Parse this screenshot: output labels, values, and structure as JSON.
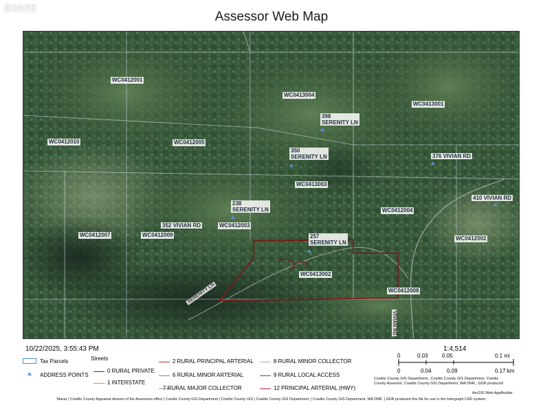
{
  "watermark": "©2025",
  "title": "Assessor Web Map",
  "map": {
    "parcels": [
      {
        "id": "p1",
        "label": "WC0412001"
      },
      {
        "id": "p2",
        "label": "WC0413004"
      },
      {
        "id": "p3",
        "label": "WC0413001"
      },
      {
        "id": "p4",
        "label": "WC0412010"
      },
      {
        "id": "p5",
        "label": "WC0412005"
      },
      {
        "id": "p6",
        "label": "WC0413003"
      },
      {
        "id": "p7",
        "label": "WC0412004"
      },
      {
        "id": "p8",
        "label": "WC0412003"
      },
      {
        "id": "p9",
        "label": "WC0412007"
      },
      {
        "id": "p10",
        "label": "WC0412009"
      },
      {
        "id": "p11",
        "label": "WC0412002"
      },
      {
        "id": "p12",
        "label": "WC0413002"
      },
      {
        "id": "p13",
        "label": "WC0412008"
      }
    ],
    "addresses": [
      {
        "id": "a1",
        "number": "398",
        "street": "SERENITY LN"
      },
      {
        "id": "a2",
        "number": "350",
        "street": "SERENITY LN"
      },
      {
        "id": "a3",
        "number": "",
        "street": "376 VIVIAN RD"
      },
      {
        "id": "a4",
        "number": "",
        "street": "410 VIVIAN RD"
      },
      {
        "id": "a5",
        "number": "238",
        "street": "SERENITY LN"
      },
      {
        "id": "a6",
        "number": "",
        "street": "352 VIVIAN RD"
      },
      {
        "id": "a7",
        "number": "257",
        "street": "SERENITY LN"
      }
    ],
    "roads": [
      {
        "id": "r1",
        "label": "SERENITY LN"
      },
      {
        "id": "r2",
        "label": "VIVIAN RD"
      }
    ]
  },
  "timestamp": "10/22/2025, 3:55:43 PM",
  "legend": {
    "tax_parcels": "Tax Parcels",
    "address_points": "ADDRESS POINTS",
    "streets_heading": "Streets",
    "streets": [
      {
        "label": "0 RURAL PRIVATE",
        "color": "#333333"
      },
      {
        "label": "1 INTERSTATE",
        "color": "#e08a3c"
      },
      {
        "label": "2 RURAL PRINCIPAL ARTERIAL",
        "color": "#a83232"
      },
      {
        "label": "6 RURAL MINOR ARTERIAL",
        "color": "#8a8a8a"
      },
      {
        "label": "7 RURAL MAJOR COLLECTOR",
        "color": "#9a9a9a"
      },
      {
        "label": "8 RURAL MINOR COLLECTOR",
        "color": "#b0b0b0"
      },
      {
        "label": "9 RURAL LOCAL ACCESS",
        "color": "#555555"
      },
      {
        "label": "12 PRINCIPAL ARTERIAL (HWY)",
        "color": "#c0245a"
      }
    ]
  },
  "scale": {
    "ratio": "1:4,514",
    "mi_ticks": [
      "0",
      "0.03",
      "0.05",
      "0.1 mi"
    ],
    "km_ticks": [
      "0",
      "0.04",
      "0.09",
      "0.17 km"
    ]
  },
  "attribution": {
    "line1": "Cowlitz County GIS Department., Cowlitz County GIS Department, Cowlitz",
    "line2": "County Assessor, Cowlitz County GIS Department, WA DNR., GDR produced",
    "appbuilder": "ArcGIS Web AppBuilder"
  },
  "footer": "Maxar | Cowlitz County Appraisal division of the Assessors office | Cowlitz County GIS Department | Cowlitz County GIS | Cowlitz County GIS Department. | Cowlitz County GIS Department, WA DNR. | GDR produced this file for use in the Intergraph CAD system."
}
